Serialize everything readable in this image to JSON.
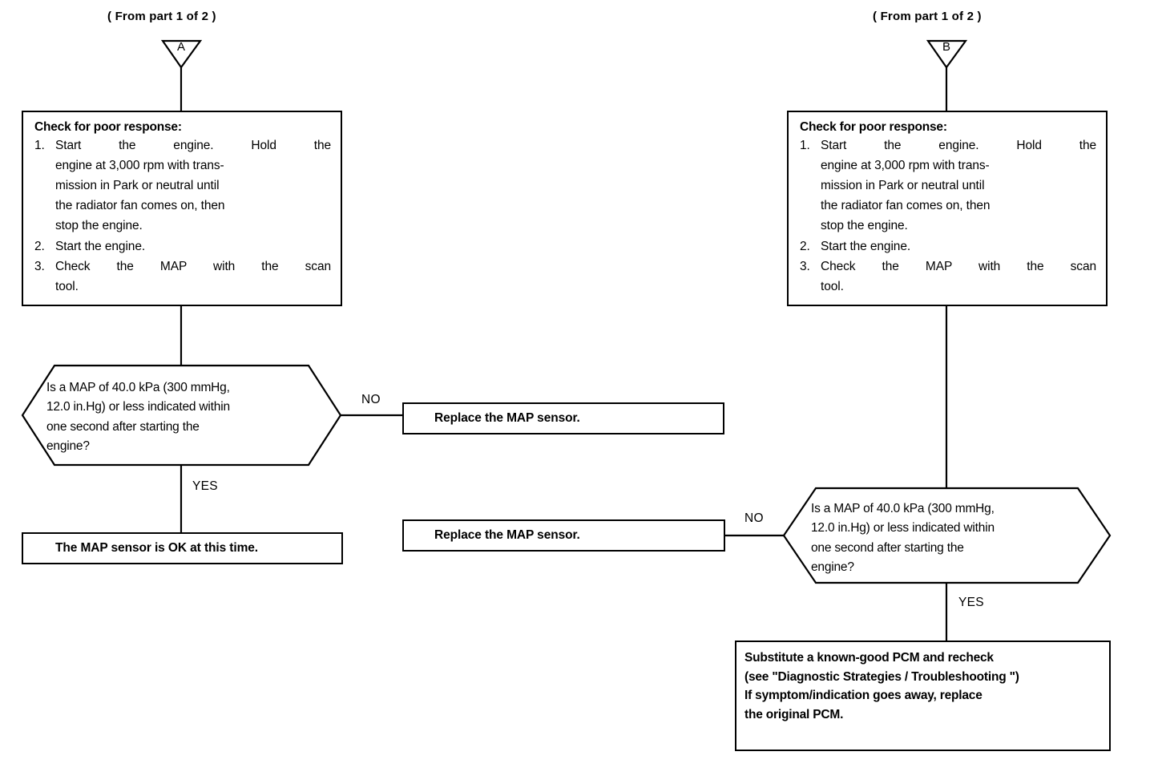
{
  "diagram": {
    "title": "MAP Sensor Poor Response Diagnostic Flowchart (part 2 of 2)",
    "background_color": "#ffffff",
    "line_color": "#000000"
  },
  "branches": {
    "left": {
      "from_caption": "( From part 1 of 2 )",
      "connector_letter": "A",
      "check_box": {
        "title": "Check for poor response:",
        "steps": [
          {
            "num": "1.",
            "lines": [
              "Start  the  engine.  Hold  the",
              "engine at 3,000 rpm with trans-",
              "mission in Park or neutral until",
              "the radiator fan comes on, then",
              "stop the engine."
            ]
          },
          {
            "num": "2.",
            "lines": [
              "Start the engine."
            ]
          },
          {
            "num": "3.",
            "lines": [
              "Check  the  MAP  with  the  scan",
              "tool."
            ]
          }
        ]
      },
      "decision": {
        "lines": [
          "Is a MAP of 40.0 kPa (300 mmHg,",
          "12.0 in.Hg) or less indicated within",
          "one second after starting the",
          "engine?"
        ]
      },
      "no_label": "NO",
      "yes_label": "YES",
      "no_result": "Replace the MAP sensor.",
      "yes_result": "The MAP sensor is OK at this time."
    },
    "right": {
      "from_caption": "( From part 1 of 2 )",
      "connector_letter": "B",
      "check_box": {
        "title": "Check for poor response:",
        "steps": [
          {
            "num": "1.",
            "lines": [
              "Start  the  engine.  Hold  the",
              "engine at 3,000 rpm with trans-",
              "mission in Park or neutral until",
              "the radiator fan comes on, then",
              "stop the engine."
            ]
          },
          {
            "num": "2.",
            "lines": [
              "Start the engine."
            ]
          },
          {
            "num": "3.",
            "lines": [
              "Check  the  MAP  with  the  scan",
              "tool."
            ]
          }
        ]
      },
      "decision": {
        "lines": [
          "Is a MAP of 40.0 kPa (300 mmHg,",
          "12.0 in.Hg) or less indicated within",
          "one second after starting the",
          "engine?"
        ]
      },
      "no_label": "NO",
      "yes_label": "YES",
      "no_result": "Replace the MAP sensor.",
      "yes_result": {
        "lines": [
          "Substitute a known-good PCM and recheck",
          "(see \"Diagnostic Strategies / Troubleshooting \")",
          "If symptom/indication goes away, replace",
          "the original PCM."
        ]
      }
    }
  }
}
